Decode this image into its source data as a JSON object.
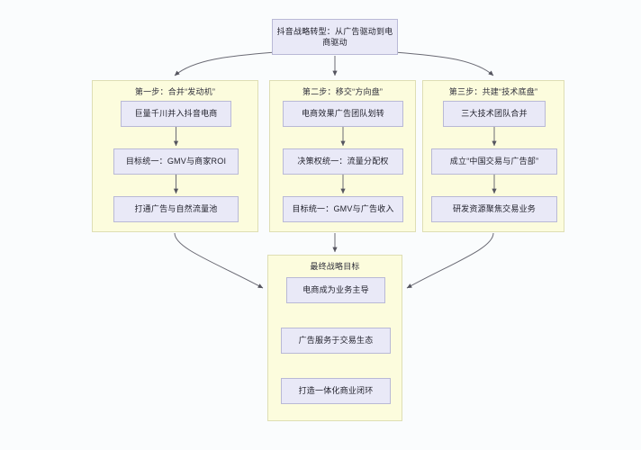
{
  "diagram": {
    "type": "flowchart",
    "background_color": "#fafcfd",
    "group_fill": "#fcfcdd",
    "group_stroke": "#dedeb4",
    "node_fill": "#e9e9f7",
    "node_stroke": "#b9b9d6",
    "edge_color": "#5a5a66",
    "root": {
      "label": "抖音战略转型：从广告驱动到电商驱动"
    },
    "groups": [
      {
        "id": "group-1",
        "title": "第一步：合并“发动机”",
        "nodes": [
          {
            "label": "巨量千川并入抖音电商"
          },
          {
            "label": "目标统一：GMV与商家ROI"
          },
          {
            "label": "打通广告与自然流量池"
          }
        ]
      },
      {
        "id": "group-2",
        "title": "第二步：移交“方向盘”",
        "nodes": [
          {
            "label": "电商效果广告团队划转"
          },
          {
            "label": "决策权统一：流量分配权"
          },
          {
            "label": "目标统一：GMV与广告收入"
          }
        ]
      },
      {
        "id": "group-3",
        "title": "第三步：共建“技术底盘”",
        "nodes": [
          {
            "label": "三大技术团队合并"
          },
          {
            "label": "成立“中国交易与广告部”"
          },
          {
            "label": "研发资源聚焦交易业务"
          }
        ]
      }
    ],
    "goal_group": {
      "id": "group-goal",
      "title": "最终战略目标",
      "nodes": [
        {
          "label": "电商成为业务主导"
        },
        {
          "label": "广告服务于交易生态"
        },
        {
          "label": "打造一体化商业闭环"
        }
      ]
    }
  }
}
